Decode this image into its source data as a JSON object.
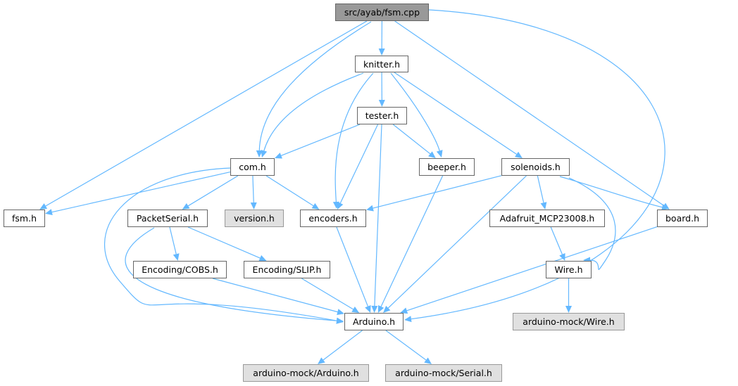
{
  "graph": {
    "nodes": {
      "fsm_cpp": {
        "label": "src/ayab/fsm.cpp",
        "style": "root"
      },
      "knitter": {
        "label": "knitter.h"
      },
      "tester": {
        "label": "tester.h"
      },
      "com": {
        "label": "com.h"
      },
      "beeper": {
        "label": "beeper.h"
      },
      "solenoids": {
        "label": "solenoids.h"
      },
      "fsm_h": {
        "label": "fsm.h"
      },
      "packetserial": {
        "label": "PacketSerial.h"
      },
      "version": {
        "label": "version.h",
        "style": "ext"
      },
      "encoders": {
        "label": "encoders.h"
      },
      "adafruit": {
        "label": "Adafruit_MCP23008.h"
      },
      "board": {
        "label": "board.h"
      },
      "cobs": {
        "label": "Encoding/COBS.h"
      },
      "slip": {
        "label": "Encoding/SLIP.h"
      },
      "wire": {
        "label": "Wire.h"
      },
      "arduino": {
        "label": "Arduino.h"
      },
      "mock_wire": {
        "label": "arduino-mock/Wire.h",
        "style": "ext"
      },
      "mock_arduino": {
        "label": "arduino-mock/Arduino.h",
        "style": "ext"
      },
      "mock_serial": {
        "label": "arduino-mock/Serial.h",
        "style": "ext"
      }
    },
    "edges": [
      [
        "fsm_cpp",
        "knitter"
      ],
      [
        "fsm_cpp",
        "com"
      ],
      [
        "fsm_cpp",
        "fsm_h"
      ],
      [
        "fsm_cpp",
        "board"
      ],
      [
        "fsm_cpp",
        "arduino"
      ],
      [
        "knitter",
        "tester"
      ],
      [
        "knitter",
        "com"
      ],
      [
        "knitter",
        "encoders"
      ],
      [
        "knitter",
        "beeper"
      ],
      [
        "knitter",
        "solenoids"
      ],
      [
        "tester",
        "com"
      ],
      [
        "tester",
        "encoders"
      ],
      [
        "tester",
        "arduino"
      ],
      [
        "tester",
        "beeper"
      ],
      [
        "com",
        "fsm_h"
      ],
      [
        "com",
        "packetserial"
      ],
      [
        "com",
        "version"
      ],
      [
        "com",
        "encoders"
      ],
      [
        "com",
        "arduino"
      ],
      [
        "beeper",
        "arduino"
      ],
      [
        "solenoids",
        "encoders"
      ],
      [
        "solenoids",
        "arduino"
      ],
      [
        "solenoids",
        "adafruit"
      ],
      [
        "solenoids",
        "wire"
      ],
      [
        "solenoids",
        "board"
      ],
      [
        "packetserial",
        "cobs"
      ],
      [
        "packetserial",
        "slip"
      ],
      [
        "packetserial",
        "arduino"
      ],
      [
        "encoders",
        "arduino"
      ],
      [
        "adafruit",
        "wire"
      ],
      [
        "board",
        "arduino"
      ],
      [
        "cobs",
        "arduino"
      ],
      [
        "slip",
        "arduino"
      ],
      [
        "wire",
        "mock_wire"
      ],
      [
        "arduino",
        "mock_arduino"
      ],
      [
        "arduino",
        "mock_serial"
      ]
    ],
    "colors": {
      "edge": "#63b8ff",
      "node_border": "#666666",
      "root_fill": "#999999",
      "external_fill": "#e0e0e0"
    }
  }
}
